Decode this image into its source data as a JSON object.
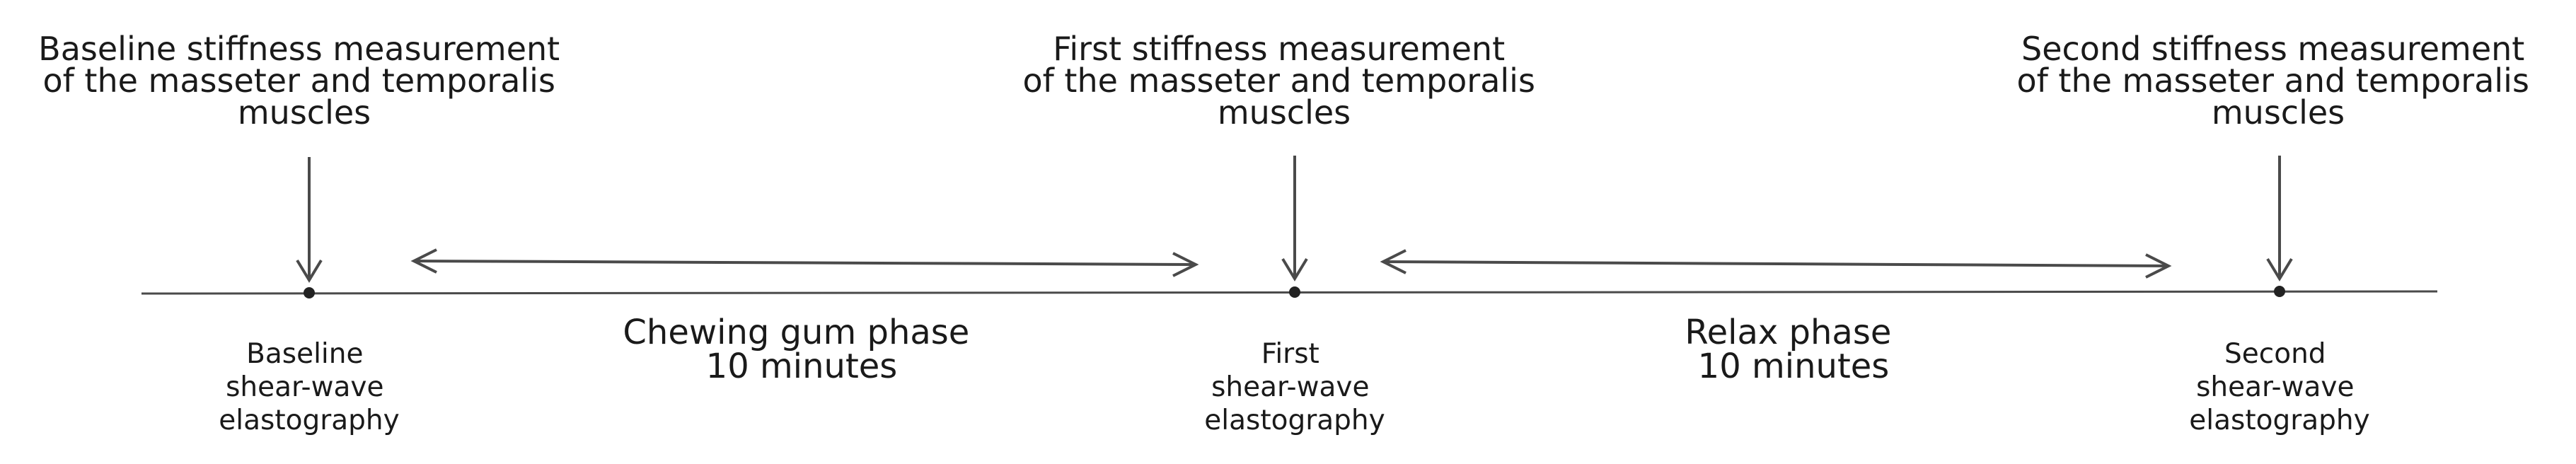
{
  "timeline": {
    "measurements": [
      {
        "lines": [
          "Baseline stiffness measurement",
          "of the masseter and temporalis",
          "muscles"
        ],
        "label_lines": [
          "Baseline",
          "shear-wave",
          "elastography"
        ]
      },
      {
        "lines": [
          "First stiffness measurement",
          "of the masseter and temporalis",
          "muscles"
        ],
        "label_lines": [
          "First",
          "shear-wave",
          "elastography"
        ]
      },
      {
        "lines": [
          "Second stiffness measurement",
          "of the masseter and temporalis",
          "muscles"
        ],
        "label_lines": [
          "Second",
          "shear-wave",
          "elastography"
        ]
      }
    ],
    "phases": [
      {
        "name": "Chewing gum phase",
        "duration": "10 minutes"
      },
      {
        "name": "Relax phase",
        "duration": "10 minutes"
      }
    ],
    "colors": {
      "line": "#4a4a4a",
      "text": "#1a1a1a"
    }
  }
}
